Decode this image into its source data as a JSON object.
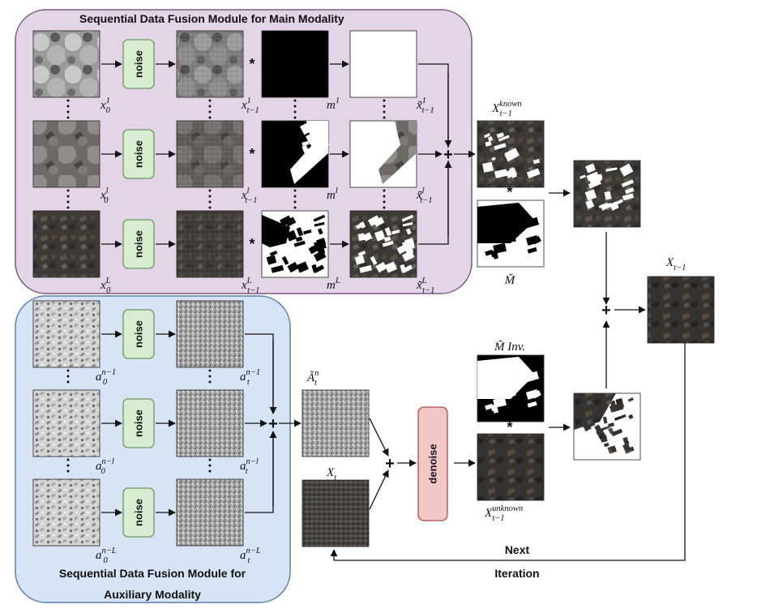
{
  "main_module": {
    "title": "Sequential Data Fusion Module for Main Modality",
    "noise_label": "noise",
    "rows": [
      {
        "input": {
          "b": "x",
          "sub": "0",
          "sup": "1"
        },
        "noisy": {
          "b": "x",
          "sub": "t−1",
          "sup": "1"
        },
        "mask": {
          "b": "m",
          "sub": "",
          "sup": "1"
        },
        "out": {
          "b": "x̃",
          "sub": "t−1",
          "sup": "1"
        }
      },
      {
        "input": {
          "b": "x",
          "sub": "0",
          "sup": "l"
        },
        "noisy": {
          "b": "x",
          "sub": "t−1",
          "sup": "l"
        },
        "mask": {
          "b": "m",
          "sub": "",
          "sup": "l"
        },
        "out": {
          "b": "x̃",
          "sub": "t−1",
          "sup": "l"
        }
      },
      {
        "input": {
          "b": "x",
          "sub": "0",
          "sup": "L"
        },
        "noisy": {
          "b": "x",
          "sub": "t−1",
          "sup": "L"
        },
        "mask": {
          "b": "m",
          "sub": "",
          "sup": "L"
        },
        "out": {
          "b": "x̃",
          "sub": "t−1",
          "sup": "L"
        }
      }
    ]
  },
  "aux_module": {
    "title_line1": "Sequential Data Fusion Module for",
    "title_line2": "Auxiliary Modality",
    "noise_label": "noise",
    "rows": [
      {
        "input": {
          "b": "a",
          "sub": "0",
          "sup": "n−1"
        },
        "noisy": {
          "b": "a",
          "sub": "t",
          "sup": "n−1"
        }
      },
      {
        "input": {
          "b": "a",
          "sub": "0",
          "sup": "n−l"
        },
        "noisy": {
          "b": "a",
          "sub": "t",
          "sup": "n−l"
        }
      },
      {
        "input": {
          "b": "a",
          "sub": "0",
          "sup": "n−L"
        },
        "noisy": {
          "b": "a",
          "sub": "t",
          "sup": "n−L"
        }
      }
    ]
  },
  "labels": {
    "known": {
      "b": "X",
      "sub": "t−1",
      "sup": "known"
    },
    "mask_tilde": "M̃",
    "mask_inv": "M̃ Inv.",
    "unknown": {
      "b": "X",
      "sub": "t−1",
      "sup": "unknown"
    },
    "x_prev": {
      "b": "X",
      "sub": "t−1",
      "sup": ""
    },
    "a_tilde": {
      "b": "Ã",
      "sub": "t",
      "sup": "n"
    },
    "x_t": {
      "b": "X",
      "sub": "t",
      "sup": ""
    },
    "denoise": "denoise",
    "next": "Next",
    "iteration": "Iteration"
  },
  "colors": {
    "main_bg": "#e3d4e8",
    "main_border": "#7a5a85",
    "aux_bg": "#d6e4f5",
    "aux_border": "#5b7ea8",
    "noise_bg": "#d7ecd0",
    "noise_border": "#6a9a5c",
    "denoise_bg": "#f3c7c8",
    "denoise_border": "#b0484b"
  }
}
